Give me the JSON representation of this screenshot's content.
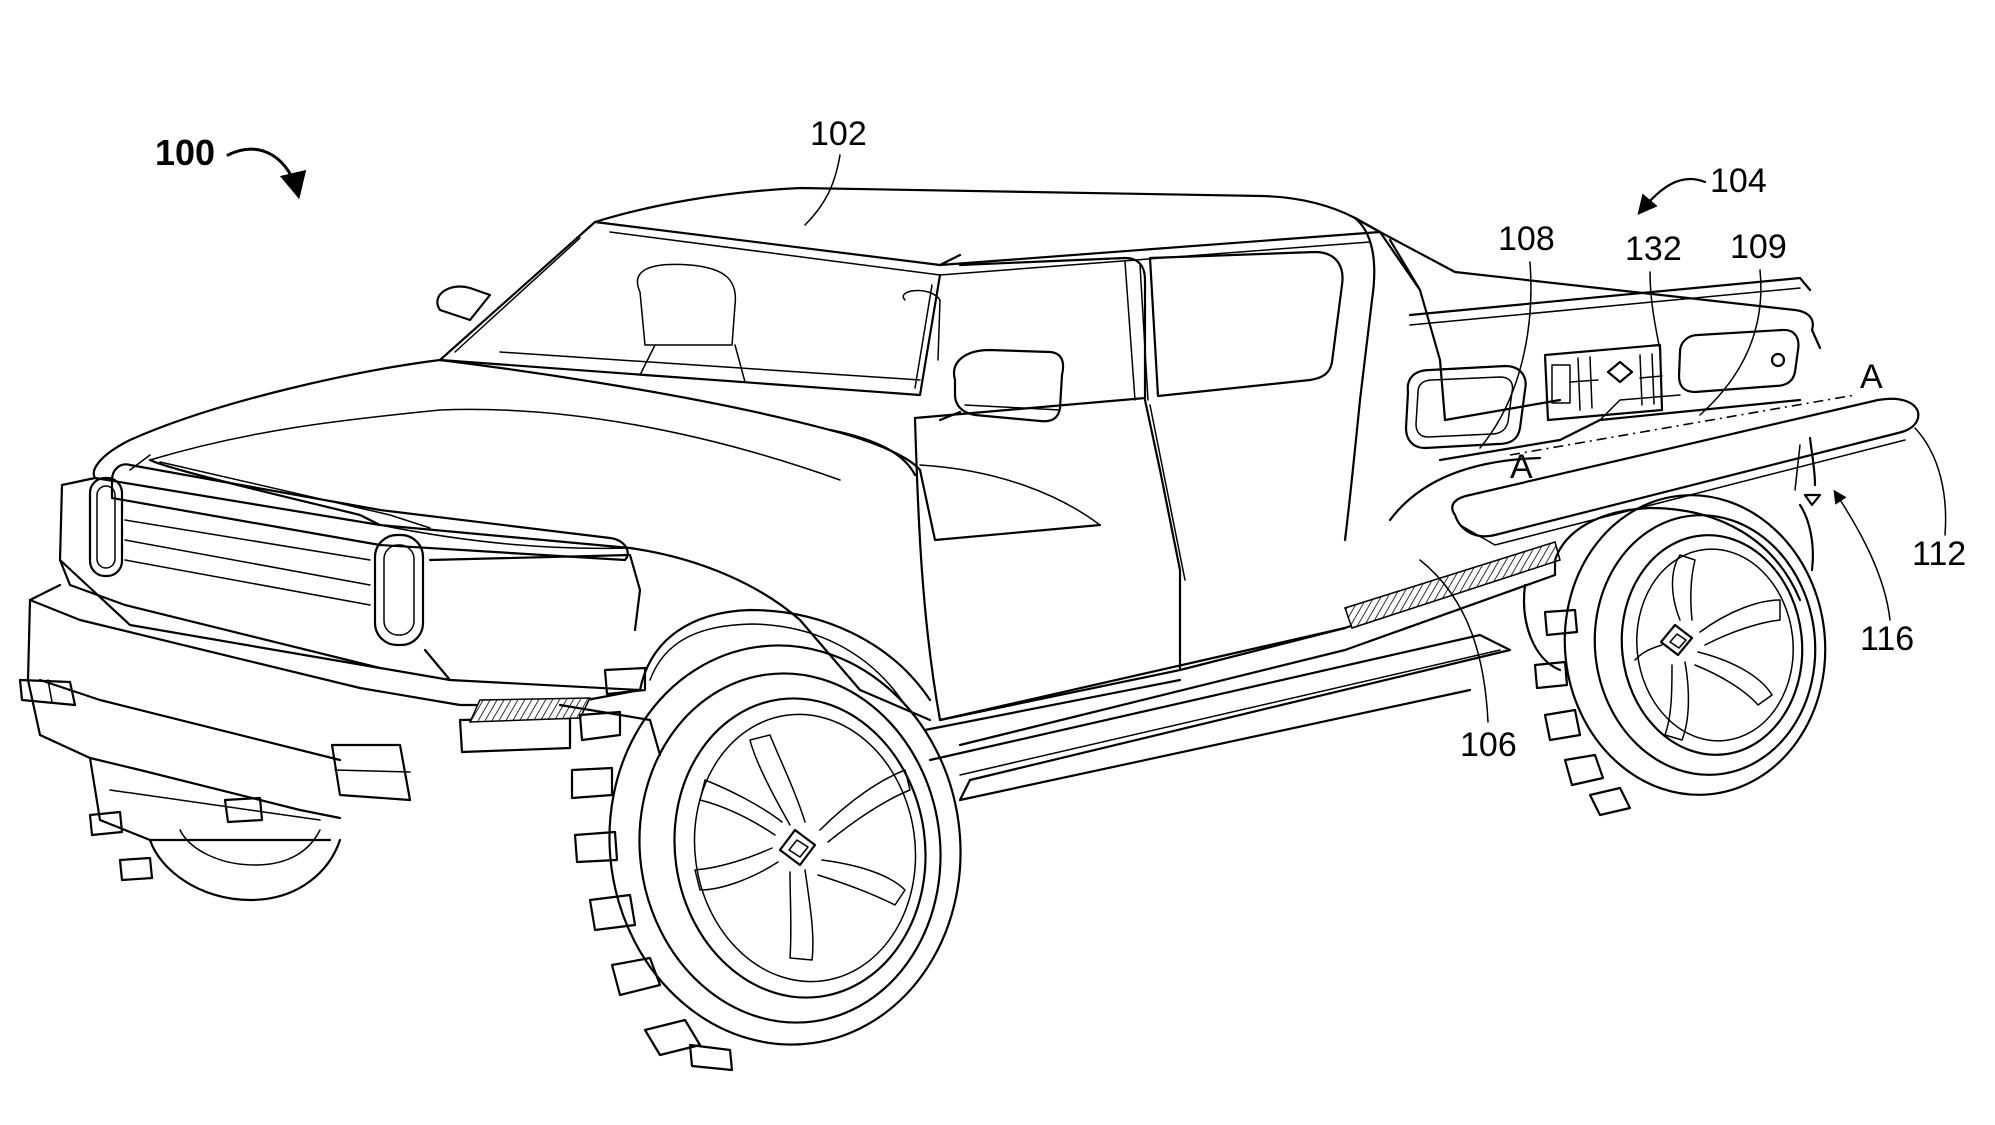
{
  "figure": {
    "ref_numerals": {
      "vehicle": "100",
      "cab": "102",
      "bed_assembly": "104",
      "side_compartment": "108",
      "latch": "132",
      "compartment_opening": "109",
      "section_line_label": "A",
      "rocker_panel": "106",
      "door_panel": "112",
      "door_assembly": "116"
    }
  }
}
